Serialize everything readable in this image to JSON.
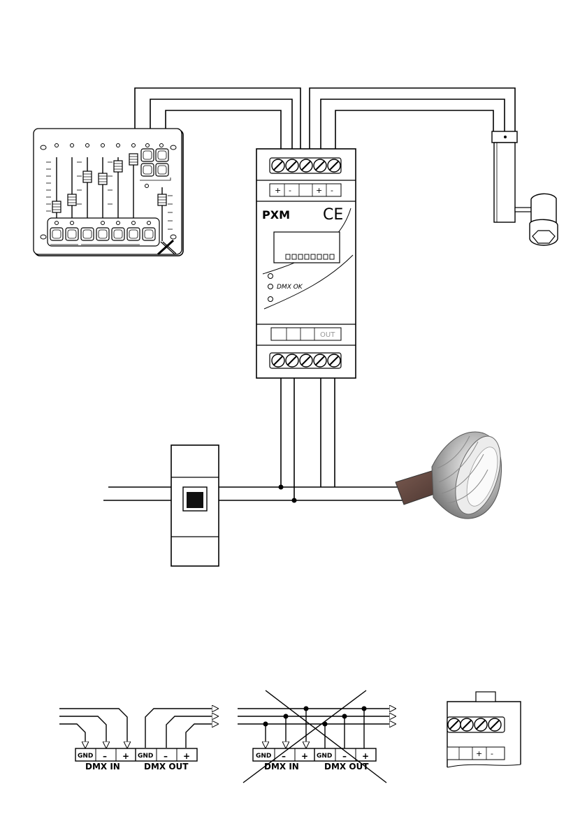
{
  "device": {
    "logo": "PXM",
    "ce_mark": "CE",
    "led_label": "DMX OK",
    "top_terminal_signs": [
      "+",
      "-",
      "+",
      "-"
    ],
    "bottom_terminal_label": "OUT"
  },
  "connector_diagrams": [
    {
      "id": "correct",
      "labels": [
        "GND",
        "–",
        "+",
        "GND",
        "–",
        "+"
      ],
      "group_labels": [
        "DMX IN",
        "DMX OUT"
      ]
    },
    {
      "id": "incorrect",
      "labels": [
        "GND",
        "–",
        "+",
        "GND",
        "–",
        "+"
      ],
      "group_labels": [
        "DMX IN",
        "DMX OUT"
      ]
    }
  ],
  "terminal_detail": {
    "signs": [
      "+",
      "-"
    ]
  },
  "icons": [
    "fader-console-icon",
    "pxm-dmx-module-icon",
    "spotlight-fixture-icon",
    "halogen-bulb-icon",
    "power-supply-icon",
    "cross-out-icon",
    "arrow-icon"
  ]
}
